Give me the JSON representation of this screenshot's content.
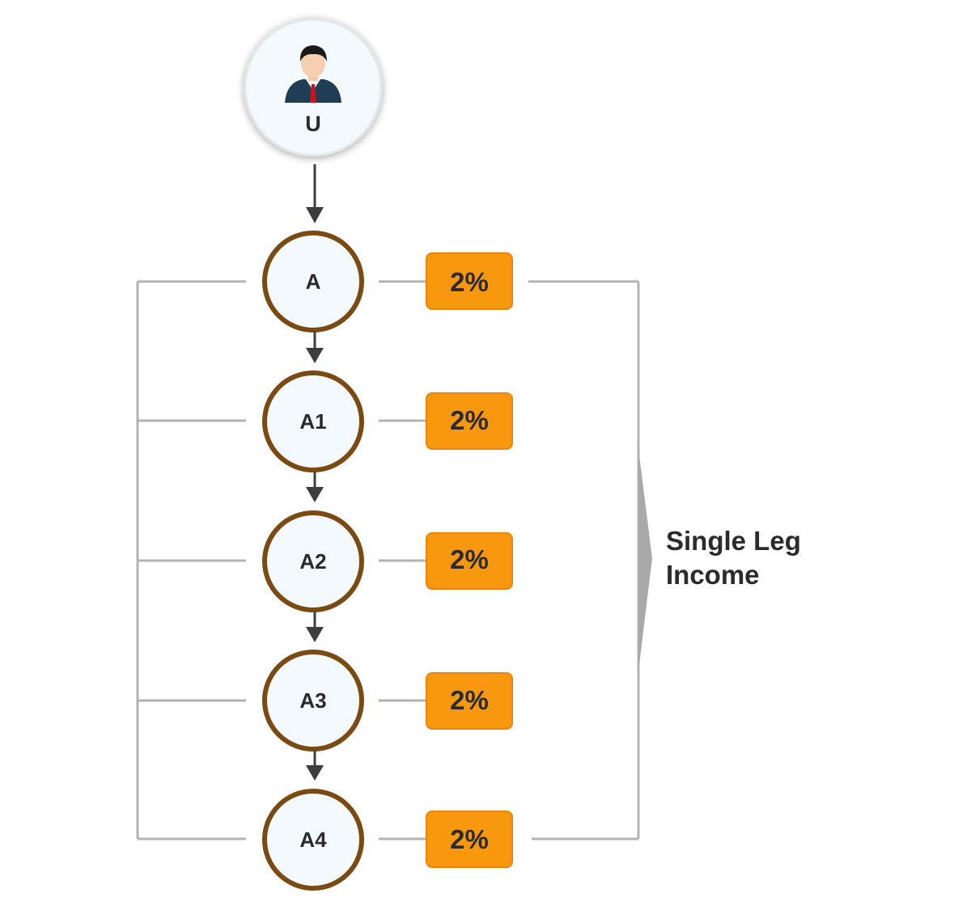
{
  "colors": {
    "background": "#ffffff",
    "node_fill": "#f3f9fc",
    "node_ring": "#7a4a12",
    "badge_fill": "#f7980f",
    "badge_border": "#e8850a",
    "connector_gray": "#b3b3b3",
    "arrow_dark": "#3d3d3d",
    "text_dark": "#2a2a2a"
  },
  "root": {
    "label": "U",
    "icon": "businessman-avatar-icon"
  },
  "levels": [
    {
      "label": "A",
      "percent": "2%"
    },
    {
      "label": "A1",
      "percent": "2%"
    },
    {
      "label": "A2",
      "percent": "2%"
    },
    {
      "label": "A3",
      "percent": "2%"
    },
    {
      "label": "A4",
      "percent": "2%"
    }
  ],
  "income": {
    "line1": "Single Leg",
    "line2": "Income"
  }
}
